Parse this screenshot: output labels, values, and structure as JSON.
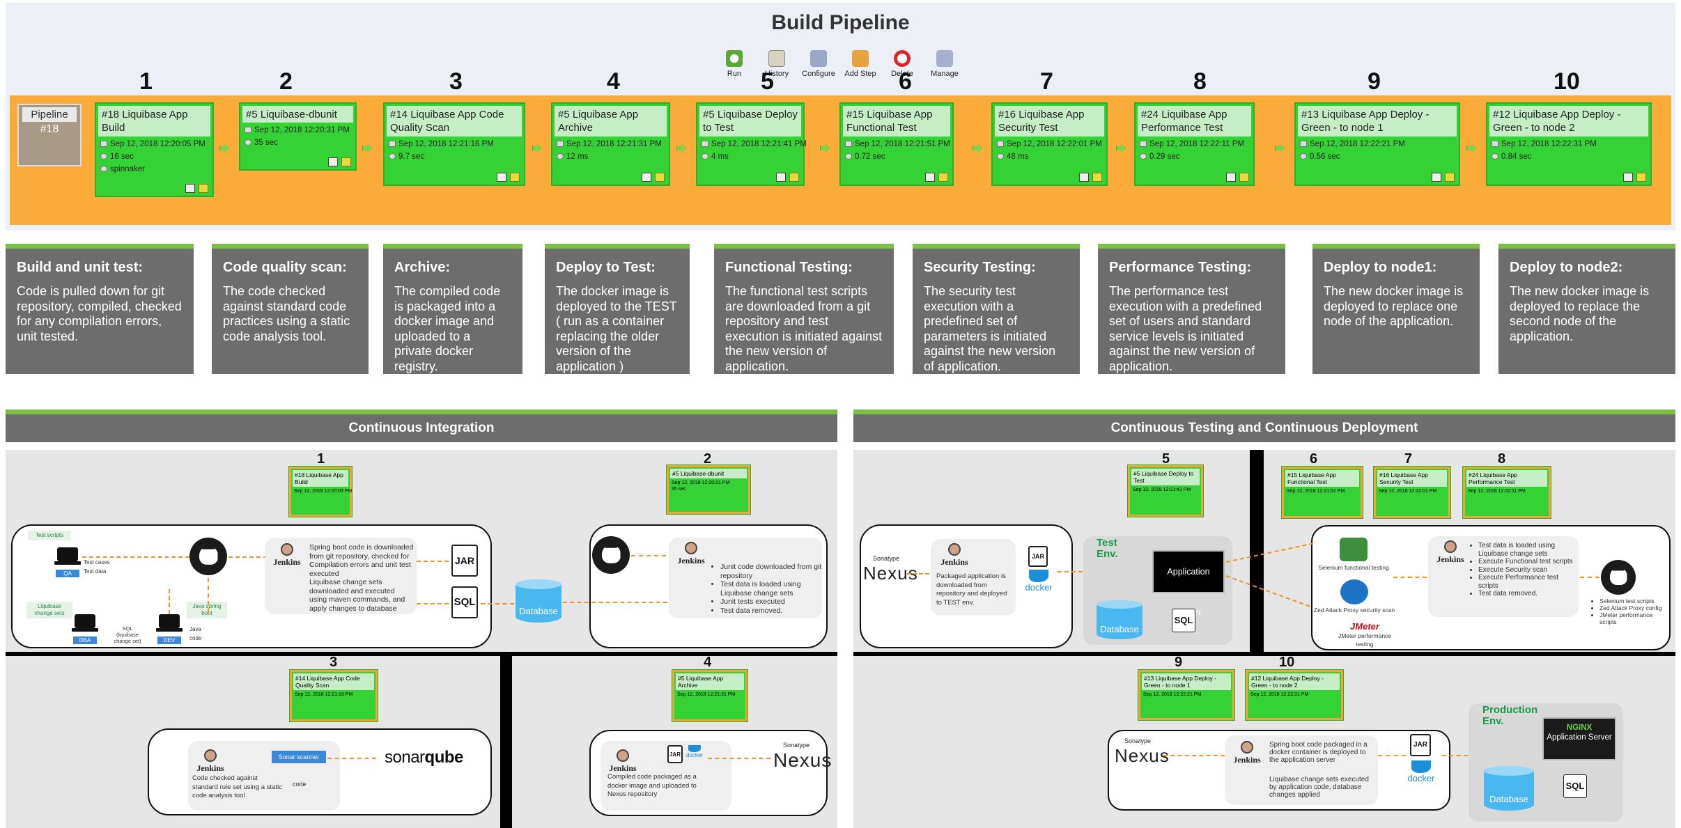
{
  "title": "Build Pipeline",
  "toolbar": [
    {
      "label": "Run",
      "icon": "run-icon"
    },
    {
      "label": "History",
      "icon": "history-icon"
    },
    {
      "label": "Configure",
      "icon": "configure-icon"
    },
    {
      "label": "Add Step",
      "icon": "add-step-icon"
    },
    {
      "label": "Delete",
      "icon": "delete-icon"
    },
    {
      "label": "Manage",
      "icon": "manage-icon"
    }
  ],
  "step_numbers": [
    "1",
    "2",
    "3",
    "4",
    "5",
    "6",
    "7",
    "8",
    "9",
    "10"
  ],
  "pipeline": {
    "label": "Pipeline",
    "number": "#18"
  },
  "stages": [
    {
      "name": "#18 Liquibase App Build",
      "date": "Sep 12, 2018 12:20:05 PM",
      "duration": "16 sec",
      "user": "spinnaker"
    },
    {
      "name": "#5 Liquibase-dbunit",
      "date": "Sep 12, 2018 12:20:31 PM",
      "duration": "35 sec"
    },
    {
      "name": "#14 Liquibase App Code Quality Scan",
      "date": "Sep 12, 2018 12:21:16 PM",
      "duration": "9.7 sec"
    },
    {
      "name": "#5 Liquibase App Archive",
      "date": "Sep 12, 2018 12:21:31 PM",
      "duration": "12 ms"
    },
    {
      "name": "#5 Liquibase Deploy to Test",
      "date": "Sep 12, 2018 12:21:41 PM",
      "duration": "4 ms"
    },
    {
      "name": "#15 Liquibase App Functional Test",
      "date": "Sep 12, 2018 12:21:51 PM",
      "duration": "0.72 sec"
    },
    {
      "name": "#16 Liquibase App Security Test",
      "date": "Sep 12, 2018 12:22:01 PM",
      "duration": "48 ms"
    },
    {
      "name": "#24 Liquibase App Performance Test",
      "date": "Sep 12, 2018 12:22:11 PM",
      "duration": "0.29 sec"
    },
    {
      "name": "#13 Liquibase App Deploy - Green - to node 1",
      "date": "Sep 12, 2018 12:22:21 PM",
      "duration": "0.56 sec"
    },
    {
      "name": "#12 Liquibase App Deploy - Green - to node 2",
      "date": "Sep 12, 2018 12:22:31 PM",
      "duration": "0.84 sec"
    }
  ],
  "descriptions": [
    {
      "title": "Build and unit test:",
      "text": "Code is pulled down for git repository, compiled, checked for any compilation errors, unit tested."
    },
    {
      "title": "Code quality scan:",
      "text": "The code checked against standard code practices using a static code analysis tool."
    },
    {
      "title": "Archive:",
      "text": "The compiled code is packaged into a docker image and uploaded to a private docker registry."
    },
    {
      "title": "Deploy to Test:",
      "text": "The docker image is deployed to the TEST ( run as a container replacing the older version of the application )"
    },
    {
      "title": "Functional Testing:",
      "text": "The functional test scripts are downloaded from a git repository and test execution is initiated against the new version of application."
    },
    {
      "title": "Security Testing:",
      "text": "The security test execution with a predefined set of parameters is initiated against the new version of application."
    },
    {
      "title": "Performance Testing:",
      "text": "The performance test execution with a predefined set of users and standard service levels is initiated against the new version of application."
    },
    {
      "title": "Deploy to node1:",
      "text": "The new docker image is deployed to replace one node of the application."
    },
    {
      "title": "Deploy to node2:",
      "text": "The new docker image is deployed to replace the second node of the application."
    }
  ],
  "sections": {
    "ci": "Continuous Integration",
    "ctcd": "Continuous Testing and Continuous Deployment"
  },
  "ci": {
    "test_scripts": "Test scripts",
    "qa": "QA",
    "dba": "DBA",
    "dev": "DEV",
    "test_cases": "Test cases",
    "test_data": "Test data",
    "liquibase_change_sets": "Liquibase change sets",
    "sql_liquibase": "SQL (liquibase change set)",
    "java_spring_boot": "Java spring boot",
    "java_code": "Java code",
    "jenkins": "Jenkins",
    "build_text1": "Spring boot code is downloaded from git repository, checked for Compilation errors and unit test executed",
    "build_text2": "Liquibase change sets downloaded and executed using maven commands, and apply changes to database",
    "jar": "JAR",
    "sql": "SQL",
    "database": "Database",
    "junit_items": [
      "Junit code downloaded from git repository",
      "Test data is loaded using Liquibase change sets",
      "Junit tests executed",
      "Test data removed."
    ],
    "sonar_scanner": "Sonar scanner",
    "sonar_text": "Code checked against standard rule set using a static code analysis tool",
    "code": "code",
    "sonarqube_a": "sonar",
    "sonarqube_b": "qube",
    "nexus": "Nexus",
    "sonatype": "Sonatype",
    "archive_text": "Compiled code packaged as a docker image and uploaded to Nexus repository",
    "docker": "docker"
  },
  "ct": {
    "deploy_text": "Packaged application is downloaded from repository and deployed to TEST env.",
    "test_env": "Test Env.",
    "app_server": "Application Server",
    "database": "Database",
    "sql": "SQL",
    "selenium": "Selenium functional testing",
    "zap": "Zed Attack Proxy security scan",
    "jmeter": "JMeter performance testing",
    "jmeter_logo": "JMeter",
    "test_items": [
      "Test data is loaded using Liquibase change sets",
      "Execute Functional test scripts",
      "Execute Security scan",
      "Execute Performance test scripts",
      "Test data removed."
    ],
    "git_items": [
      "Selenium test scripts",
      "Zed Attack Proxy config",
      "JMeter performance scripts"
    ],
    "prod_env": "Production Env.",
    "nginx": "NGINX",
    "app_server_1": "Application",
    "app_server_2": "Server",
    "prod_text1": "Spring boot code packaged in a docker container is deployed to the application server",
    "prod_text2": "Liquibase change sets executed by application code, database changes applied"
  },
  "colors": {
    "stage_green": "#35d235",
    "band_orange": "#fbab3a",
    "desc_gray": "#6d6d6d",
    "accent_green": "#7bc043"
  }
}
